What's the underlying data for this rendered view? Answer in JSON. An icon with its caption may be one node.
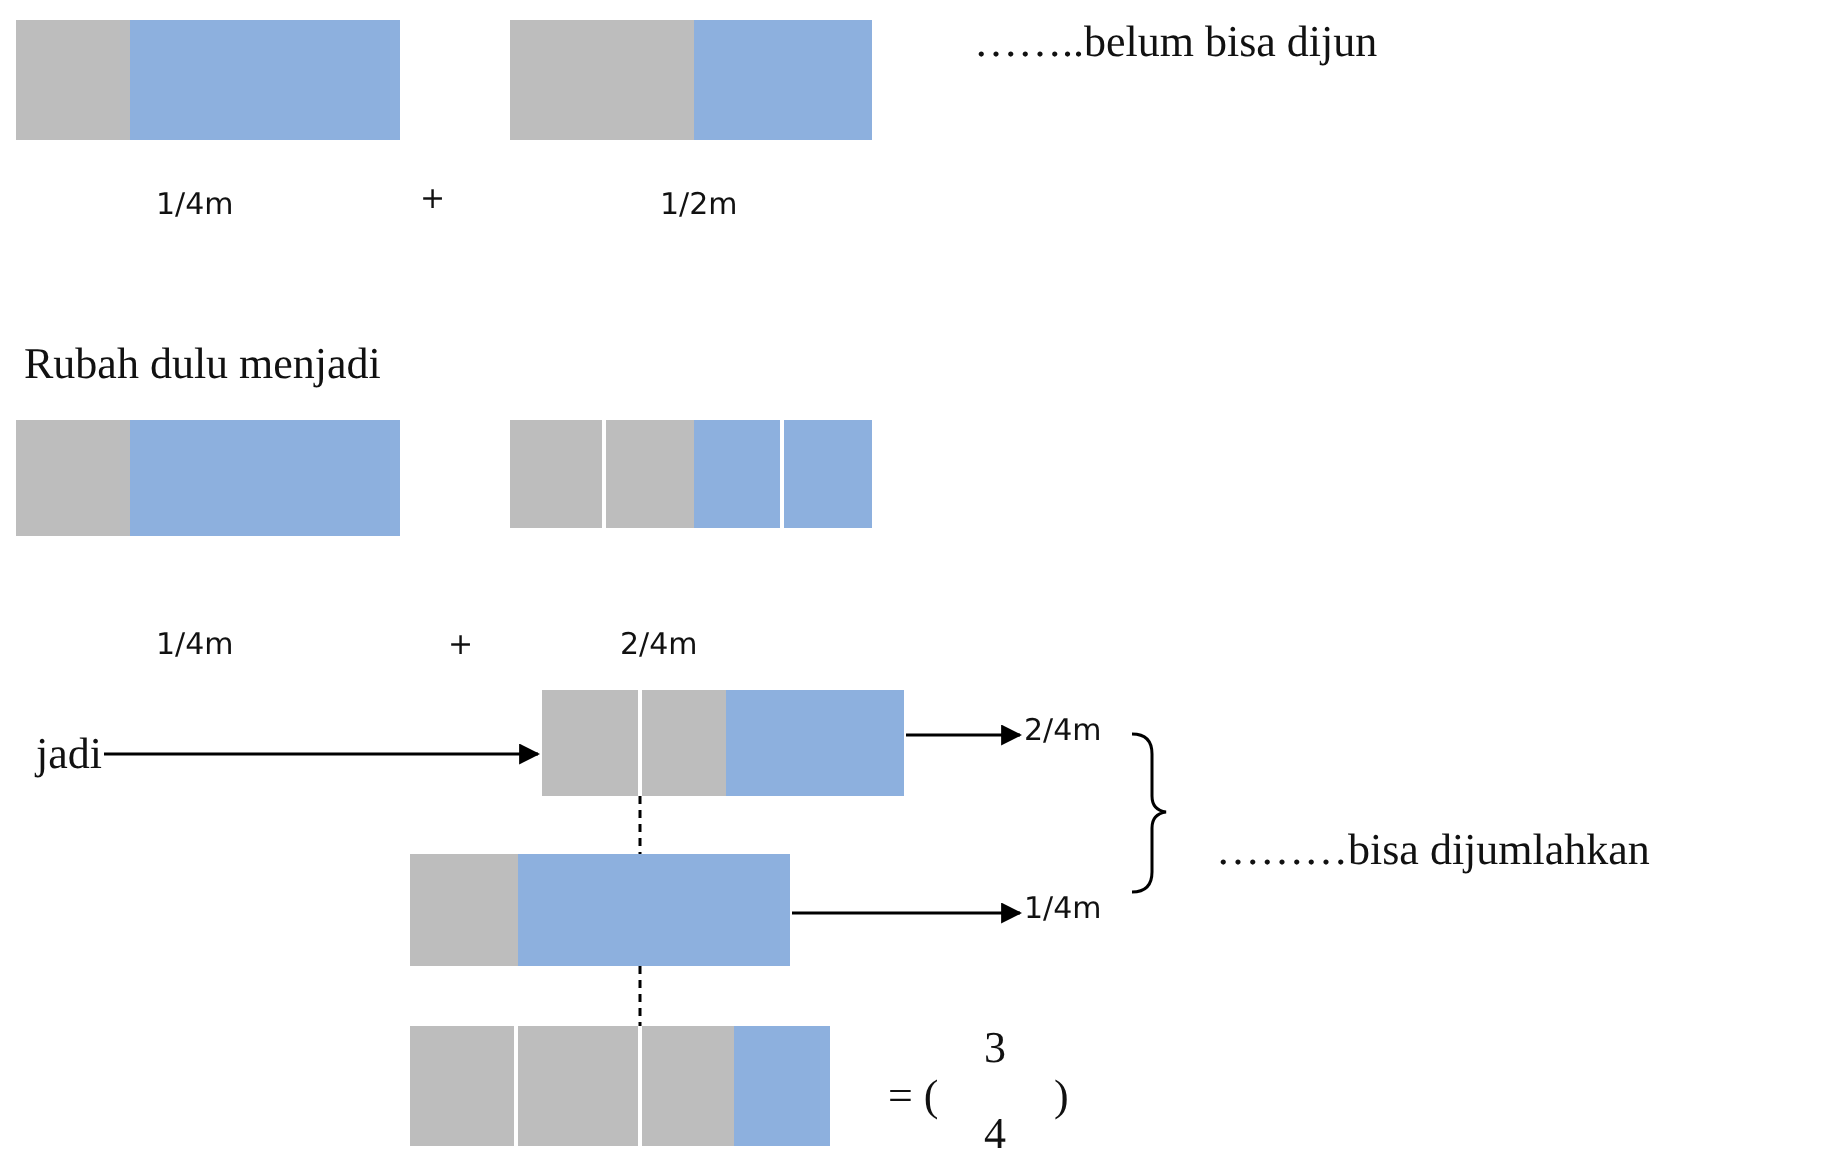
{
  "diagram": {
    "nodes": [
      {
        "text": [],
        "shape": "bar"
      },
      {
        "text": [],
        "shape": "bar"
      },
      {
        "text": [],
        "shape": "bar"
      },
      {
        "text": [],
        "shape": "bar"
      },
      {
        "text": [
          "jadi"
        ]
      },
      {
        "text": [],
        "shape": "bar"
      },
      {
        "text": [
          "2/4m"
        ]
      },
      {
        "text": [],
        "shape": "bar"
      },
      {
        "text": [
          "1/4m"
        ]
      },
      {
        "text": [],
        "shape": "bar"
      }
    ],
    "edges": [
      {
        "from": 4,
        "to": 5,
        "arrow": "to"
      },
      {
        "from": 5,
        "to": 6,
        "arrow": "to"
      },
      {
        "from": 7,
        "to": 8,
        "arrow": "to"
      },
      {
        "from": 5,
        "to": 7,
        "arrow": "none",
        "style": "dashed"
      },
      {
        "from": 7,
        "to": 9,
        "arrow": "none",
        "style": "dashed"
      }
    ],
    "labels": [
      "……..belum bisa dijun",
      "1/4m",
      "+",
      "1/2m",
      "Rubah dulu menjadi",
      "1/4m",
      "+",
      "2/4m",
      "………bisa dijumlahkan",
      "= (",
      "3",
      "4",
      ")"
    ]
  }
}
